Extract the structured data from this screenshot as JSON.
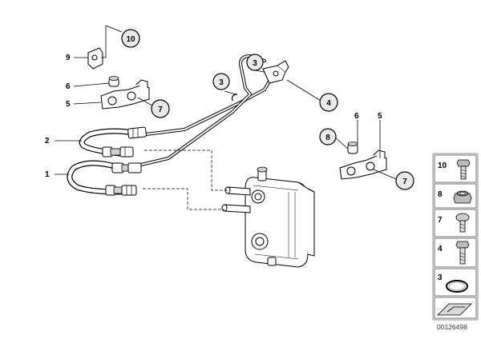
{
  "diagram": {
    "document_number": "00126498",
    "callouts": [
      {
        "id": "c10",
        "label": "10"
      },
      {
        "id": "c3a",
        "label": "3"
      },
      {
        "id": "c3b",
        "label": "3"
      },
      {
        "id": "c4",
        "label": "4"
      },
      {
        "id": "c7a",
        "label": "7"
      },
      {
        "id": "c7b",
        "label": "7"
      },
      {
        "id": "c8",
        "label": "8"
      }
    ],
    "labels": [
      {
        "id": "l9",
        "label": "9"
      },
      {
        "id": "l6a",
        "label": "6"
      },
      {
        "id": "l5a",
        "label": "5"
      },
      {
        "id": "l2",
        "label": "2"
      },
      {
        "id": "l1",
        "label": "1"
      },
      {
        "id": "l6b",
        "label": "6"
      },
      {
        "id": "l5b",
        "label": "5"
      }
    ],
    "legend": [
      {
        "label": "10",
        "icon": "bolt-icon"
      },
      {
        "label": "8",
        "icon": "nut-icon"
      },
      {
        "label": "7",
        "icon": "screw-icon"
      },
      {
        "label": "4",
        "icon": "bolt-icon"
      },
      {
        "label": "3",
        "icon": "o-ring-icon"
      },
      {
        "label": "",
        "icon": "gasket-strip-icon"
      }
    ]
  }
}
